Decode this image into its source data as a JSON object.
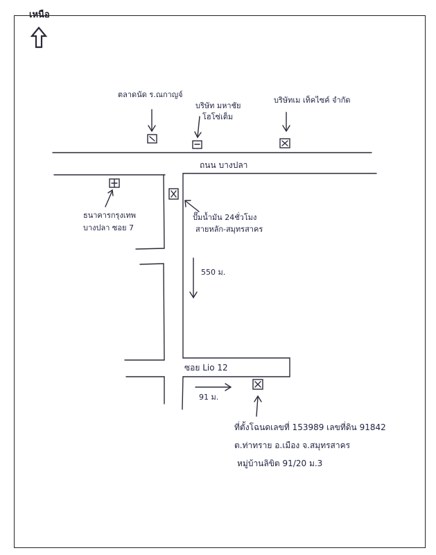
{
  "north_label": "เหนือ",
  "roads": {
    "main_road": "ถนน บางปลา",
    "soi": "ซอย Lio 12"
  },
  "landmarks": {
    "top_left": "ตลาดนัด ร.ณกาญจ์",
    "top_middle_line1": "บริษัท มหาชัย",
    "top_middle_line2": "โฮโซ่เต็ม",
    "top_right": "บริษัทเม เท็คไซค์ จำกัด",
    "left_line1": "ธนาคารกรุงเทพ",
    "left_line2": "บางปลา ซอย 7",
    "right_line1": "ปั๊มน้ำมัน 24ชั่วโมง",
    "right_line2": "สายหลัก-สมุทรสาคร"
  },
  "distances": {
    "vertical": "550 ม.",
    "soi": "91 ม."
  },
  "address": {
    "line1": "ที่ตั้งโฉนดเลขที่ 153989 เลขที่ดิน 91842",
    "line2": "ต.ท่าทราย อ.เมือง จ.สมุทรสาคร",
    "line3": "หมู่บ้านลิขิต 91/20 ม.3"
  },
  "colors": {
    "ink": "#1e2240",
    "line": "#2a2a3a"
  }
}
